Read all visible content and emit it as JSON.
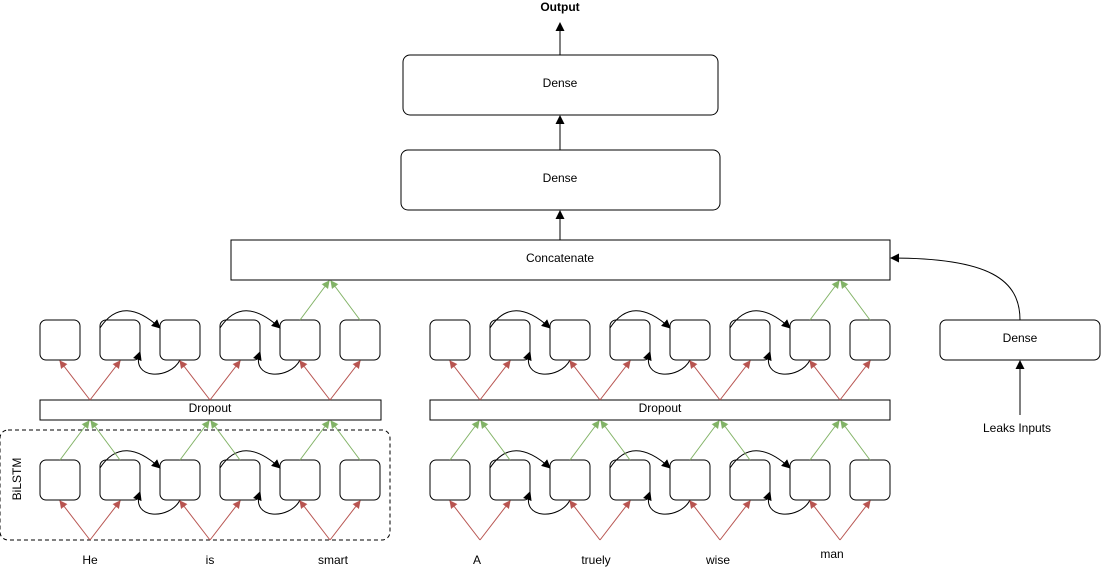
{
  "output_label": "Output",
  "dense_top_label": "Dense",
  "dense_mid_label": "Dense",
  "concatenate_label": "Concatenate",
  "dense_leaks_label": "Dense",
  "leaks_inputs_label": "Leaks Inputs",
  "dropout_left_label": "Dropout",
  "dropout_right_label": "Dropout",
  "bilstm_label": "BiLSTM",
  "sentence1_words": [
    "He",
    "is",
    "smart"
  ],
  "sentence2_words": [
    "A",
    "truely",
    "wise",
    "man"
  ],
  "colors": {
    "red_arrow": "#b85450",
    "green_arrow": "#82b366",
    "black": "#000000"
  }
}
